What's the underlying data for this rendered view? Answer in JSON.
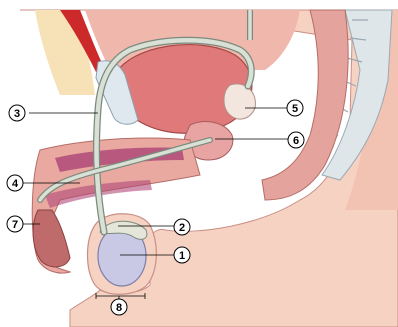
{
  "callouts": [
    {
      "id": "c1",
      "label": "1",
      "part": "testis"
    },
    {
      "id": "c2",
      "label": "2",
      "part": "epididymis"
    },
    {
      "id": "c3",
      "label": "3",
      "part": "vas-deferens"
    },
    {
      "id": "c4",
      "label": "4",
      "part": "urethra"
    },
    {
      "id": "c5",
      "label": "5",
      "part": "seminal-vesicle"
    },
    {
      "id": "c6",
      "label": "6",
      "part": "prostate-gland"
    },
    {
      "id": "c7",
      "label": "7",
      "part": "penis"
    },
    {
      "id": "c8",
      "label": "8",
      "part": "scrotum"
    }
  ],
  "colors": {
    "skin": "#f6d2c3",
    "skin_edge": "#c98f86",
    "fat": "#f7e2b8",
    "muscle": "#d88a86",
    "bladder": "#e07a7a",
    "tube": "#d9e0d6",
    "tube_edge": "#7b8a7c",
    "erectile": "#b04a78",
    "bone": "#dfe6ea",
    "spine": "#c9d3db",
    "testis": "#c9c9e6",
    "red_muscle": "#cc2a2a"
  }
}
